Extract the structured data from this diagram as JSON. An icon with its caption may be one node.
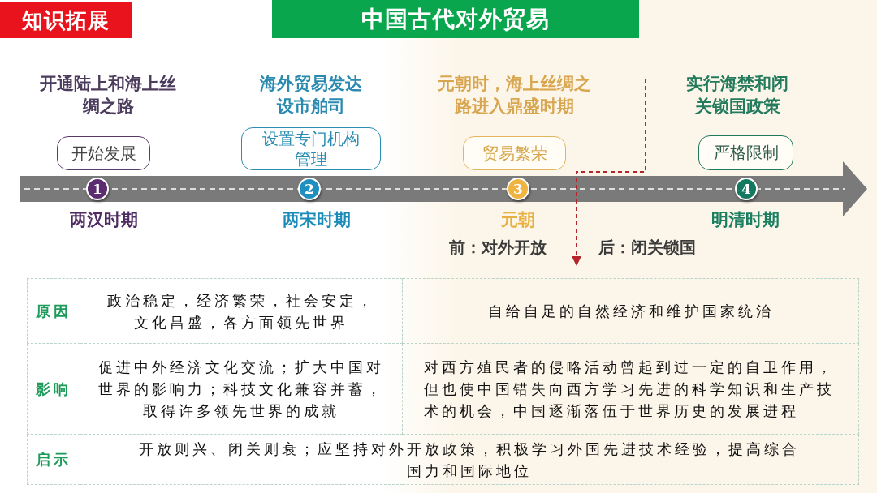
{
  "diagram": {
    "title": "中国古代对外贸易",
    "nodes": [
      {
        "text": [
          "知识拓展"
        ]
      },
      {
        "text": [
          "开始发展"
        ],
        "beside": [
          "开通陆上和海上丝绸之路"
        ]
      },
      {
        "text": [
          "设置专门机构管理"
        ],
        "beside": [
          "海外贸易发达",
          "设市舶司"
        ]
      },
      {
        "text": [
          "贸易繁荣"
        ],
        "beside": [
          "元朝时，海上丝绸之路进入鼎盛时期"
        ]
      },
      {
        "text": [
          "严格限制"
        ],
        "beside": [
          "实行海禁和闭关锁国政策"
        ]
      },
      {
        "text": [
          "1"
        ],
        "beside": [
          "两汉时期"
        ]
      },
      {
        "text": [
          "2"
        ],
        "beside": [
          "两宋时期"
        ]
      },
      {
        "text": [
          "3"
        ],
        "beside": [
          "元朝"
        ]
      },
      {
        "text": [
          "4"
        ],
        "beside": [
          "明清时期"
        ]
      }
    ],
    "labels": [
      "前：对外开放",
      "后：闭关锁国",
      "原因",
      "政治稳定，经济繁荣，社会安定，文化昌盛，各方面领先世界",
      "自给自足的自然经济和维护国家统治",
      "影响",
      "促进中外经济文化交流；扩大中国对世界的影响力；科技文化兼容并蓄，取得许多领先世界的成就",
      "对西方殖民者的侵略活动曾起到过一定的自卫作用，但也使中国错失向西方学习先进的科学知识和生产技术的机会，中国逐渐落伍于世界历史的发展进程",
      "启示",
      "开放则兴、闭关则衰；应坚持对外开放政策，积极学习外国先进技术经验，提高综合国力和国际地位"
    ]
  }
}
